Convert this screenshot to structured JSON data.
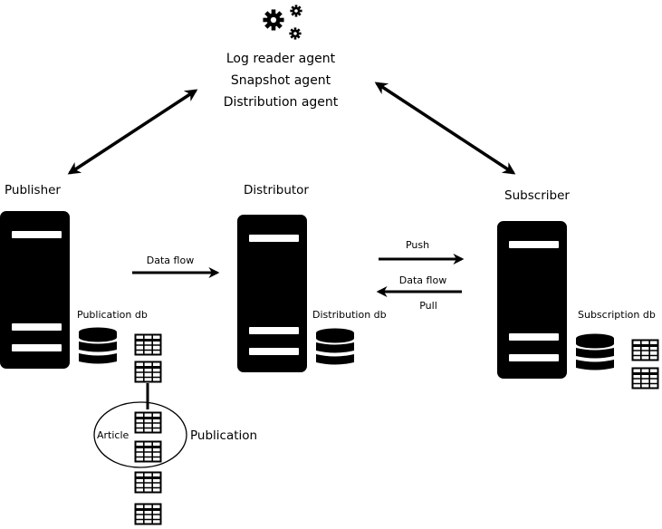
{
  "agents": {
    "line1": "Log reader agent",
    "line2": "Snapshot agent",
    "line3": "Distribution agent",
    "icon": "gears-icon"
  },
  "publisher": {
    "title": "Publisher",
    "db_label": "Publication db"
  },
  "distributor": {
    "title": "Distributor",
    "db_label": "Distribution db"
  },
  "subscriber": {
    "title": "Subscriber",
    "db_label": "Subscription db"
  },
  "flows": {
    "pub_to_dist": "Data flow",
    "push": "Push",
    "data_flow": "Data flow",
    "pull": "Pull"
  },
  "publication": {
    "article_label": "Article",
    "publication_label": "Publication"
  },
  "colors": {
    "ink": "#000000",
    "paper": "#ffffff"
  }
}
